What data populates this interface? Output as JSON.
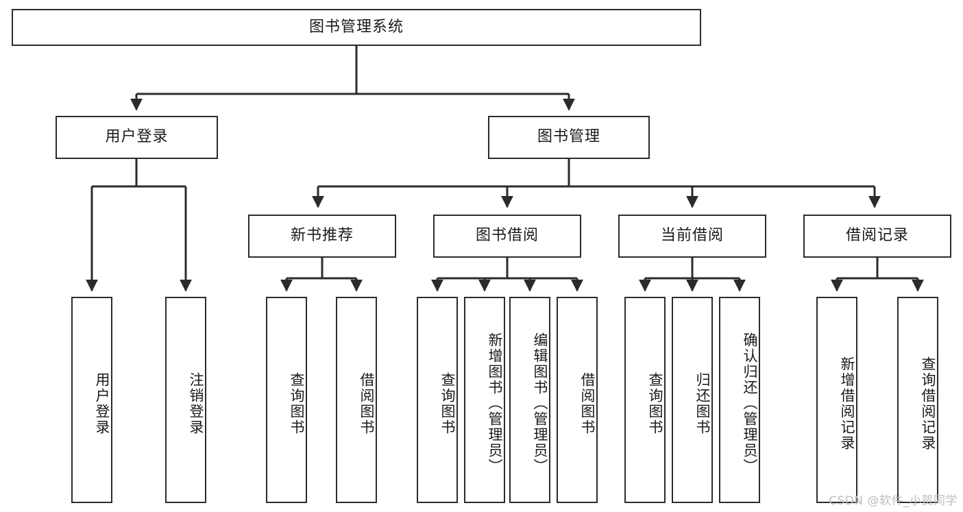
{
  "diagram": {
    "title": "图书管理系统",
    "type": "hierarchy-tree",
    "root": {
      "label": "图书管理系统"
    },
    "level2": [
      {
        "label": "用户登录"
      },
      {
        "label": "图书管理"
      }
    ],
    "level3": [
      {
        "label": "新书推荐"
      },
      {
        "label": "图书借阅"
      },
      {
        "label": "当前借阅"
      },
      {
        "label": "借阅记录"
      }
    ],
    "leaves": [
      {
        "label": "用户登录"
      },
      {
        "label": "注销登录"
      },
      {
        "label": "查询图书"
      },
      {
        "label": "借阅图书"
      },
      {
        "label": "查询图书"
      },
      {
        "label": "新增图书（管理员）"
      },
      {
        "label": "编辑图书（管理员）"
      },
      {
        "label": "借阅图书"
      },
      {
        "label": "查询图书"
      },
      {
        "label": "归还图书"
      },
      {
        "label": "确认归还（管理员）"
      },
      {
        "label": "新增借阅记录"
      },
      {
        "label": "查询借阅记录"
      }
    ],
    "watermark": "CSDN @软件_小贺同学",
    "colors": {
      "stroke": "#2b2b2b",
      "fill": "#ffffff",
      "text": "#1a1a1a",
      "watermark": "#bdbdbd"
    }
  }
}
